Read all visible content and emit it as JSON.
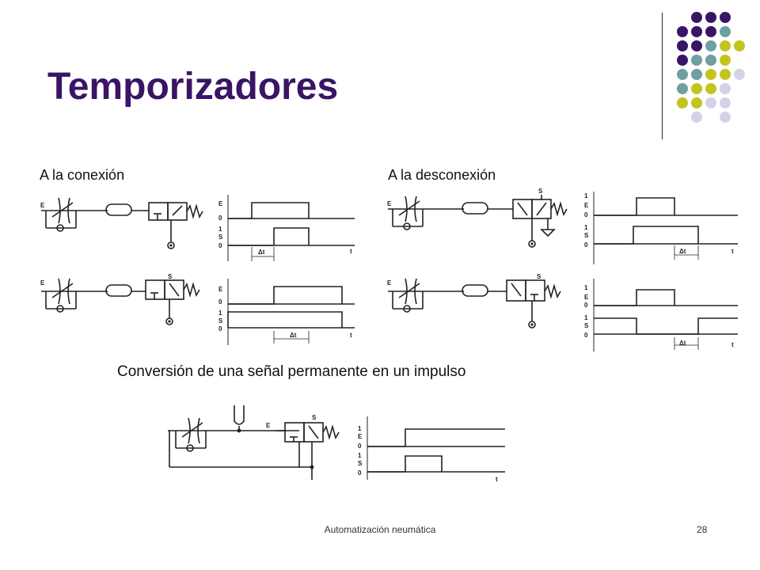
{
  "slide": {
    "title": "Temporizadores",
    "accent_colors": [
      "#3a1466",
      "#6f9fa0",
      "#c4c41e",
      "#d3d3e8"
    ]
  },
  "sections": {
    "on_delay_label": "A la conexión",
    "off_delay_label": "A la desconexión",
    "pulse_label": "Conversión de una señal permanente en un impulso"
  },
  "diagram_text": {
    "input": "E",
    "output": "S",
    "one": "1",
    "zero": "0",
    "delta_t": "Δt",
    "time": "t"
  },
  "footer": {
    "center": "Automatización neumática",
    "page": "28"
  }
}
